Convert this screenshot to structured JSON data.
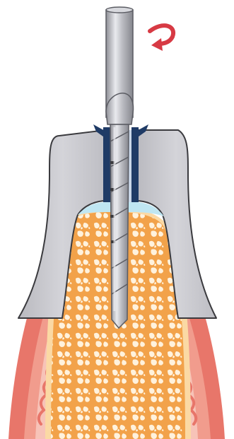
{
  "figure": {
    "background": "#ffffff",
    "colors": {
      "gingiva_outer": "#e8766a",
      "gingiva_mid": "#f19c8d",
      "gingiva_light": "#f7c3b8",
      "cortical_bone": "#fbd9a4",
      "cancellous_bone": "#f2a24a",
      "marrow_spots": "#fff2dd",
      "guide_body": "#c7c7cc",
      "guide_outline": "#3a3a3e",
      "sleeve": "#1f3b66",
      "crestal_gap": "#bfe6f2",
      "drill_shaft": "#b4b5bb",
      "drill_highlight": "#e9eaee",
      "rotation_arrow": "#d73a44"
    },
    "components": [
      {
        "key": "drill",
        "icon": "drill-icon"
      },
      {
        "key": "rotation",
        "icon": "rotation-arrow-icon"
      },
      {
        "key": "surgical_guide",
        "icon": "surgical-guide-icon"
      },
      {
        "key": "sleeve",
        "icon": "guide-sleeve-icon"
      },
      {
        "key": "gingiva",
        "icon": "gingiva-icon"
      },
      {
        "key": "bone",
        "icon": "bone-icon"
      }
    ]
  }
}
